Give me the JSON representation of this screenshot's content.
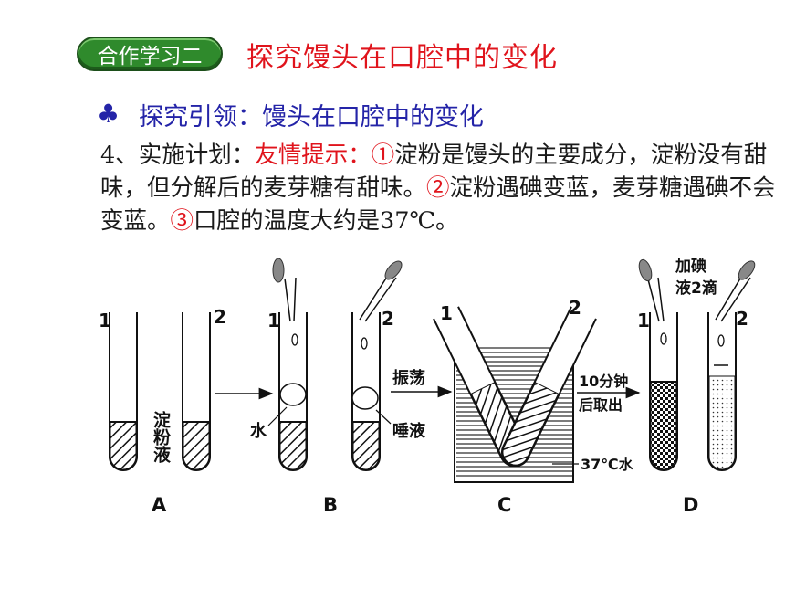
{
  "badge": "合作学习二",
  "heading": "探究馒头在口腔中的变化",
  "bullet_icon": "club-icon",
  "subheading": "探究引领：馒头在口腔中的变化",
  "paragraph": {
    "prefix": "4、实施计划：",
    "hint_label": "友情提示：",
    "tip1_mark": "①",
    "tip1_text": "淀粉是馒头的主要成分，淀粉没有甜味，但分解后的麦芽糖有甜味。",
    "tip2_mark": "②",
    "tip2_text": "淀粉遇碘变蓝，麦芽糖遇碘不会变蓝。",
    "tip3_mark": "③",
    "tip3_text": "口腔的温度大约是37℃。"
  },
  "diagram": {
    "tube1": "1",
    "tube2": "2",
    "starch_label": "淀粉液",
    "water_label": "水",
    "saliva_label": "唾液",
    "shake_label": "振荡",
    "wait_line1": "10分钟",
    "wait_line2": "后取出",
    "bath_label": "37℃水",
    "iodine_line1": "加碘",
    "iodine_line2": "液2滴",
    "stage_a": "A",
    "stage_b": "B",
    "stage_c": "C",
    "stage_d": "D"
  }
}
